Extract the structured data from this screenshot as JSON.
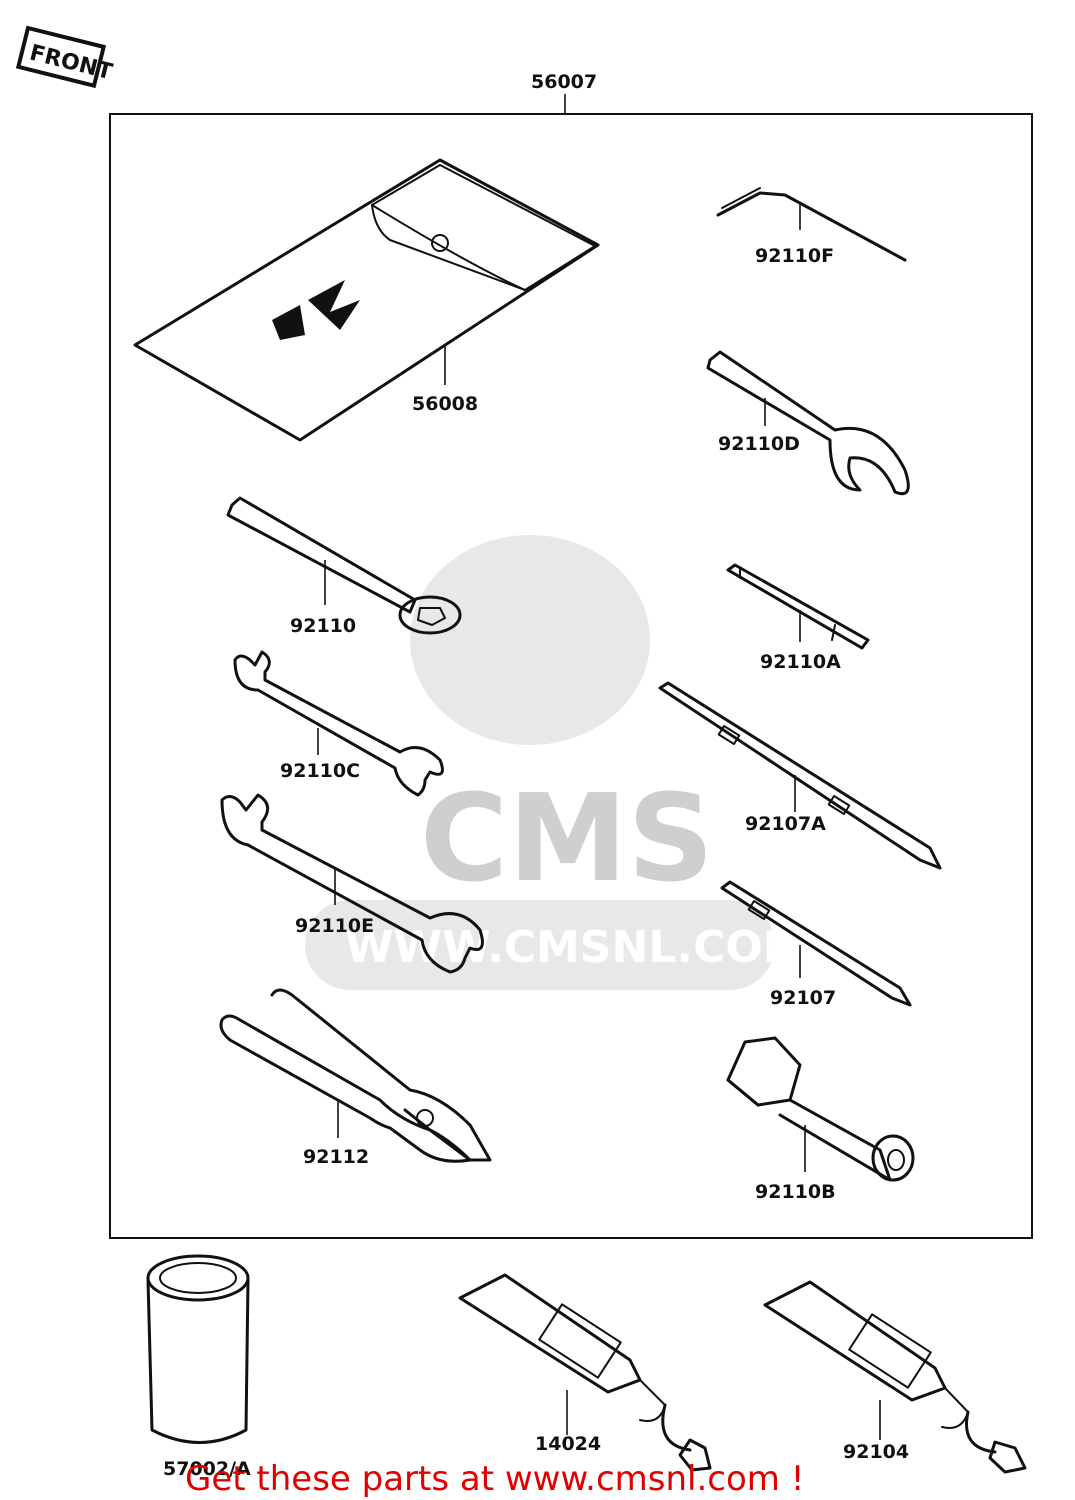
{
  "orientation_tag": "FRONT",
  "kit_label": "56007",
  "watermark": {
    "brand": "CMS",
    "url": "WWW.CMSNL.COM"
  },
  "parts": [
    {
      "id": "pouch",
      "number": "56008",
      "icon": "tool-pouch-icon"
    },
    {
      "id": "hex-key",
      "number": "92110F",
      "icon": "hex-key-icon"
    },
    {
      "id": "hook-spanner",
      "number": "92110D",
      "icon": "hook-spanner-icon"
    },
    {
      "id": "box-spanner",
      "number": "92110",
      "icon": "box-spanner-icon"
    },
    {
      "id": "flat-lever",
      "number": "92110A",
      "icon": "flat-lever-icon"
    },
    {
      "id": "open-wrench-small",
      "number": "92110C",
      "icon": "open-wrench-icon"
    },
    {
      "id": "screwdriver-long",
      "number": "92107A",
      "icon": "screwdriver-icon"
    },
    {
      "id": "open-wrench-large",
      "number": "92110E",
      "icon": "open-wrench-icon"
    },
    {
      "id": "screwdriver-short",
      "number": "92107",
      "icon": "screwdriver-icon"
    },
    {
      "id": "pliers",
      "number": "92112",
      "icon": "pliers-icon"
    },
    {
      "id": "socket-wrench",
      "number": "92110B",
      "icon": "socket-wrench-icon"
    },
    {
      "id": "grease-can",
      "number": "57002/A",
      "icon": "grease-can-icon"
    },
    {
      "id": "tube-a",
      "number": "14024",
      "icon": "grease-tube-icon"
    },
    {
      "id": "tube-b",
      "number": "92104",
      "icon": "grease-tube-icon"
    }
  ],
  "footer_text": "Get these parts at www.cmsnl.com !",
  "colors": {
    "ink": "#111111",
    "footer": "#e00000",
    "watermark": "#d6d6d6"
  }
}
